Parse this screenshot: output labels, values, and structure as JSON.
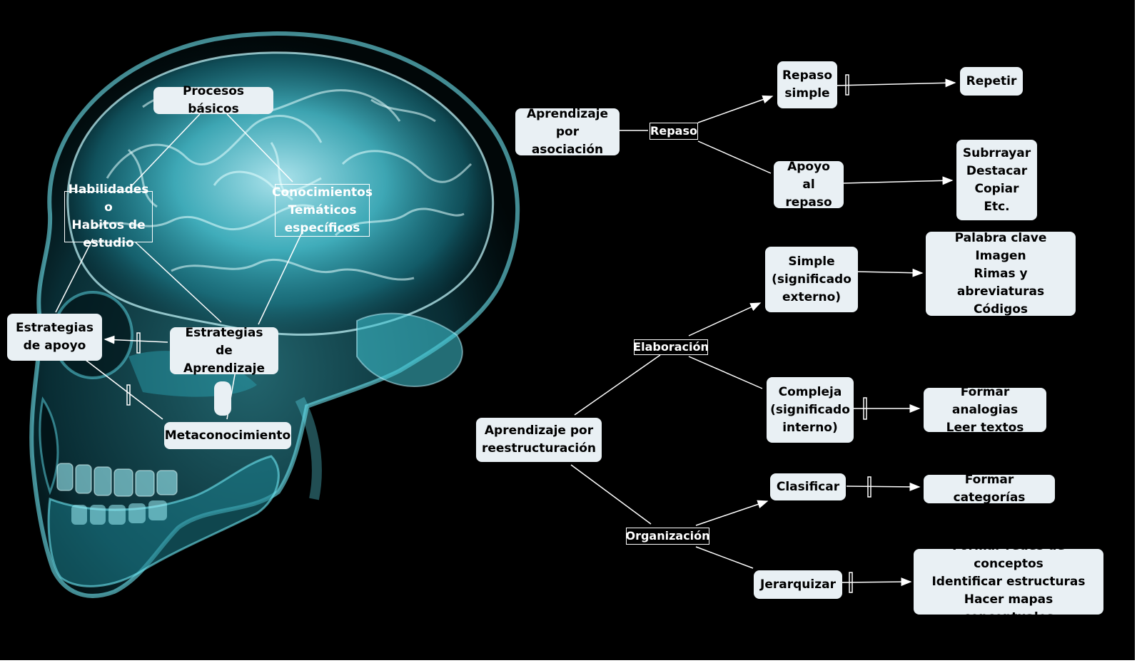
{
  "left_map": {
    "procesos_basicos": "Procesos básicos",
    "habilidades": "Habilidades o\nHabitos de\nestudio",
    "conocimientos": "Conocimientos\nTemáticos\nespecíficos",
    "estrategias_apoyo": "Estrategias\nde apoyo",
    "estrategias_aprendizaje": "Estrategias de\nAprendizaje",
    "metaconocimiento": "Metaconocimiento"
  },
  "right_map": {
    "aprendizaje_asociacion": "Aprendizaje\npor asociación",
    "repaso": "Repaso",
    "repaso_simple": "Repaso\nsimple",
    "repetir": "Repetir",
    "apoyo_repaso": "Apoyo al\nrepaso",
    "apoyo_repaso_items": "Subrrayar\nDestacar\nCopiar\nEtc.",
    "aprendizaje_reestructuracion": "Aprendizaje por\nreestructuración",
    "elaboracion": "Elaboración",
    "simple": "Simple\n(significado\nexterno)",
    "simple_items": "Palabra clave\nImagen\nRimas y abreviaturas\nCódigos",
    "compleja": "Compleja\n(significado\ninterno)",
    "compleja_items": "Formar analogias\nLeer textos",
    "organizacion": "Organización",
    "clasificar": "Clasificar",
    "formar_categorias": "Formar categorías",
    "jerarquizar": "Jerarquizar",
    "jerarquizar_items": "Formar redes de conceptos\nIdentificar estructuras\nHacer mapas conceptuales"
  }
}
